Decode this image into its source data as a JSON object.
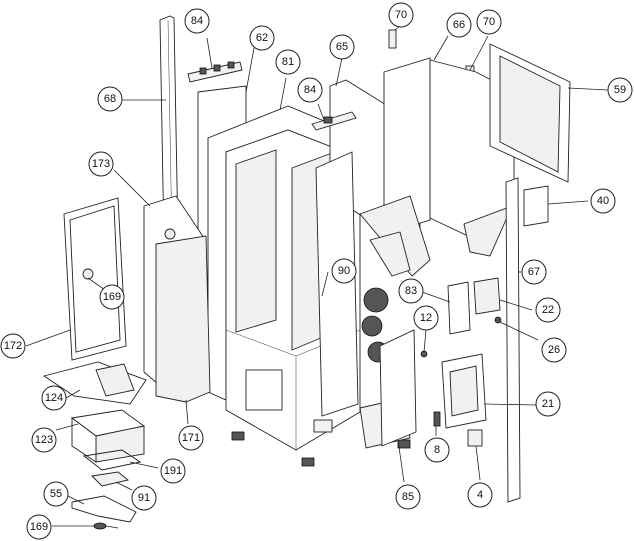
{
  "callouts": [
    {
      "id": "c84a",
      "label": "84"
    },
    {
      "id": "c62",
      "label": "62"
    },
    {
      "id": "c68",
      "label": "68"
    },
    {
      "id": "c81",
      "label": "81"
    },
    {
      "id": "c65",
      "label": "65"
    },
    {
      "id": "c84b",
      "label": "84"
    },
    {
      "id": "c70a",
      "label": "70"
    },
    {
      "id": "c66",
      "label": "66"
    },
    {
      "id": "c70b",
      "label": "70"
    },
    {
      "id": "c59",
      "label": "59"
    },
    {
      "id": "c40",
      "label": "40"
    },
    {
      "id": "c173",
      "label": "173"
    },
    {
      "id": "c169a",
      "label": "169"
    },
    {
      "id": "c172",
      "label": "172"
    },
    {
      "id": "c90",
      "label": "90"
    },
    {
      "id": "c83",
      "label": "83"
    },
    {
      "id": "c67",
      "label": "67"
    },
    {
      "id": "c22",
      "label": "22"
    },
    {
      "id": "c12",
      "label": "12"
    },
    {
      "id": "c26",
      "label": "26"
    },
    {
      "id": "c124",
      "label": "124"
    },
    {
      "id": "c21",
      "label": "21"
    },
    {
      "id": "c123",
      "label": "123"
    },
    {
      "id": "c171",
      "label": "171"
    },
    {
      "id": "c8",
      "label": "8"
    },
    {
      "id": "c191",
      "label": "191"
    },
    {
      "id": "c55",
      "label": "55"
    },
    {
      "id": "c91",
      "label": "91"
    },
    {
      "id": "c85",
      "label": "85"
    },
    {
      "id": "c4",
      "label": "4"
    },
    {
      "id": "c169b",
      "label": "169"
    }
  ]
}
